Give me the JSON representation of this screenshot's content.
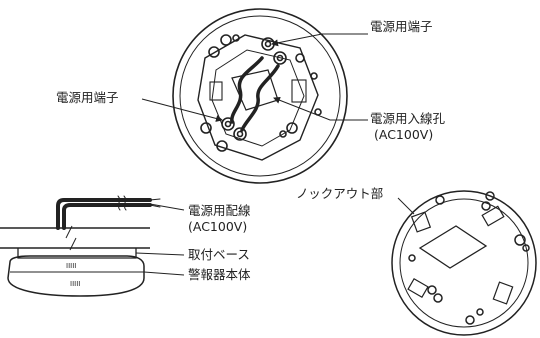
{
  "labels": {
    "power_terminal_top": "電源用端子",
    "power_terminal_left": "電源用端子",
    "power_inlet_hole_line1": "電源用入線孔",
    "power_inlet_hole_line2": "(AC100V)",
    "power_wiring_line1": "電源用配線",
    "power_wiring_line2": "(AC100V)",
    "mounting_base": "取付ベース",
    "alarm_body": "警報器本体",
    "knockout_part": "ノックアウト部"
  },
  "colors": {
    "line": "#222222",
    "background": "#ffffff"
  }
}
